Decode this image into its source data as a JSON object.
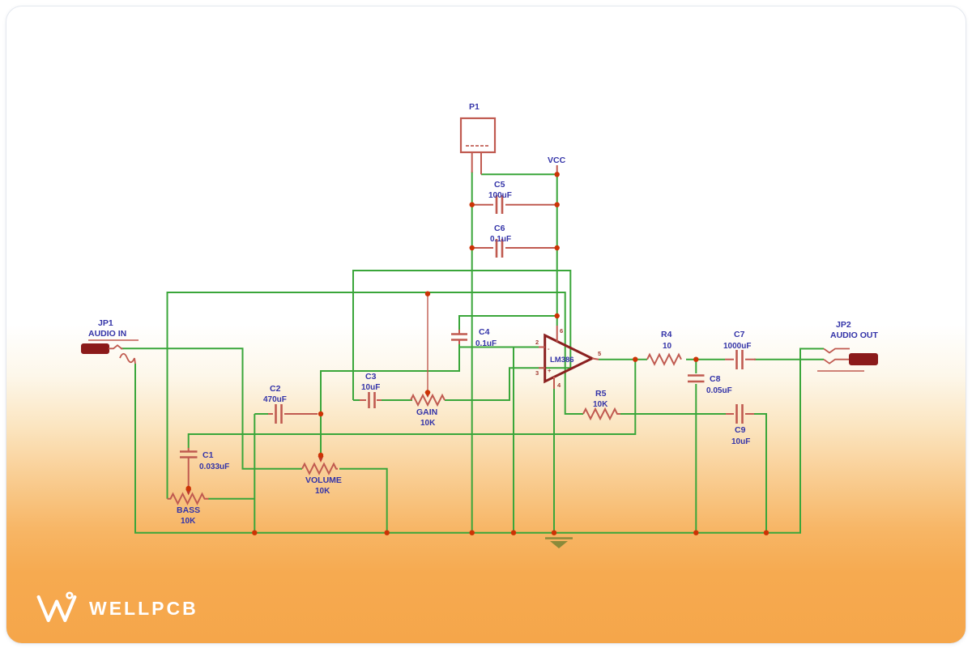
{
  "branding": {
    "logo_text": "WELLPCB"
  },
  "schematic": {
    "power_header": {
      "ref": "P1",
      "vcc": "VCC"
    },
    "connectors": {
      "jp1": {
        "ref": "JP1",
        "label": "AUDIO IN"
      },
      "jp2": {
        "ref": "JP2",
        "label": "AUDIO OUT"
      }
    },
    "opamp": {
      "part": "LM386",
      "pin_inverting": "2",
      "pin_noninverting": "3",
      "pin_output": "5",
      "pin_supply": "6",
      "pin_ground": "4",
      "minus": "-",
      "plus": "+"
    },
    "capacitors": {
      "c1": {
        "ref": "C1",
        "value": "0.033uF"
      },
      "c2": {
        "ref": "C2",
        "value": "470uF"
      },
      "c3": {
        "ref": "C3",
        "value": "10uF"
      },
      "c4": {
        "ref": "C4",
        "value": "0.1uF"
      },
      "c5": {
        "ref": "C5",
        "value": "100uF"
      },
      "c6": {
        "ref": "C6",
        "value": "0.1uF"
      },
      "c7": {
        "ref": "C7",
        "value": "1000uF"
      },
      "c8": {
        "ref": "C8",
        "value": "0.05uF"
      },
      "c9": {
        "ref": "C9",
        "value": "10uF"
      }
    },
    "resistors": {
      "r4": {
        "ref": "R4",
        "value": "10"
      },
      "r5": {
        "ref": "R5",
        "value": "10K"
      }
    },
    "potentiometers": {
      "gain": {
        "ref": "GAIN",
        "value": "10K"
      },
      "volume": {
        "ref": "VOLUME",
        "value": "10K"
      },
      "bass": {
        "ref": "BASS",
        "value": "10K"
      }
    },
    "colors": {
      "wire": "#3aa63a",
      "component": "#c05a50",
      "label": "#3434a8",
      "junction": "#cc3305",
      "jack_body": "#8b1a1a",
      "ground": "#8a8a3a"
    }
  }
}
